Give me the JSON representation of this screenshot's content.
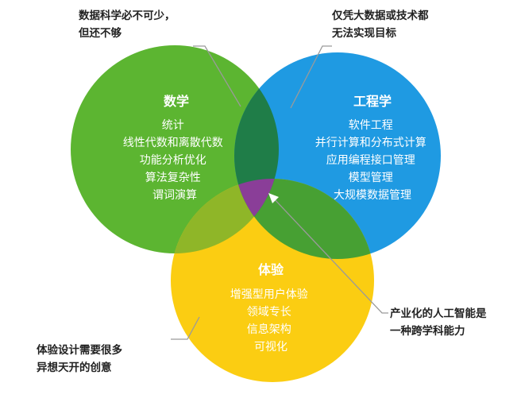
{
  "colors": {
    "math": "#5cb531",
    "engineering": "#1f9ae2",
    "experience": "#fbcd12",
    "math_engineering": "#1f7d48",
    "math_experience": "#8fb628",
    "engineering_experience": "#47a033",
    "all_three": "#8a3e98"
  },
  "math": {
    "title": "数学",
    "items": [
      "统计",
      "线性代数和离散代数",
      "功能分析优化",
      "算法复杂性",
      "谓词演算"
    ]
  },
  "engineering": {
    "title": "工程学",
    "items": [
      "软件工程",
      "并行计算和分布式计算",
      "应用编程接口管理",
      "模型管理",
      "大规模数据管理"
    ]
  },
  "experience": {
    "title": "体验",
    "items": [
      "增强型用户体验",
      "领域专长",
      "信息架构",
      "可视化"
    ]
  },
  "callouts": {
    "top_left": [
      "数据科学必不可少，",
      "但还不够"
    ],
    "top_right": [
      "仅凭大数据或技术都",
      "无法实现目标"
    ],
    "bottom_left": [
      "体验设计需要很多",
      "异想天开的创意"
    ],
    "bottom_right": [
      "产业化的人工智能是",
      "一种跨学科能力"
    ]
  }
}
